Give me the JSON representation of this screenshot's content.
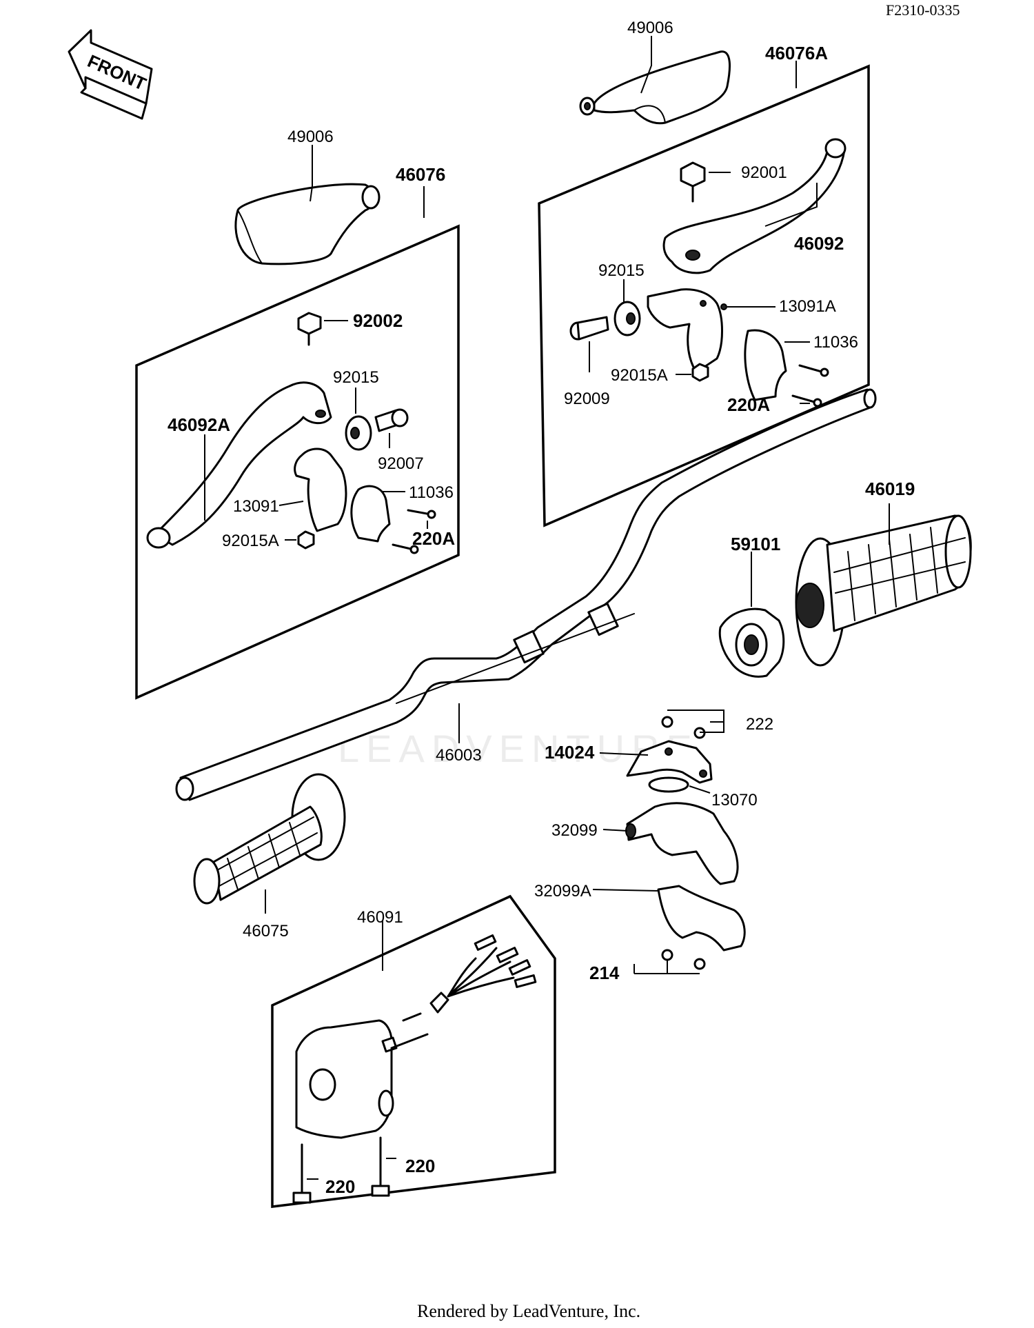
{
  "reference_code": "F2310-0335",
  "front_label": "FRONT",
  "watermark": "LEADVENTURE",
  "footer": "Rendered by LeadVenture, Inc.",
  "callouts": {
    "c_49006_right": "49006",
    "c_46076A": "46076A",
    "c_49006_left": "49006",
    "c_46076": "46076",
    "c_92001": "92001",
    "c_46092": "46092",
    "c_92015_right": "92015",
    "c_13091A": "13091A",
    "c_11036_right": "11036",
    "c_92015A_right": "92015A",
    "c_92009": "92009",
    "c_220A_right": "220A",
    "c_92002": "92002",
    "c_92015_left": "92015",
    "c_46092A": "46092A",
    "c_92007": "92007",
    "c_11036_left": "11036",
    "c_13091": "13091",
    "c_220A_left": "220A",
    "c_92015A_left": "92015A",
    "c_46019": "46019",
    "c_59101": "59101",
    "c_222": "222",
    "c_46003": "46003",
    "c_14024": "14024",
    "c_13070": "13070",
    "c_32099": "32099",
    "c_32099A": "32099A",
    "c_46075": "46075",
    "c_46091": "46091",
    "c_214": "214",
    "c_220_right": "220",
    "c_220_left": "220"
  }
}
